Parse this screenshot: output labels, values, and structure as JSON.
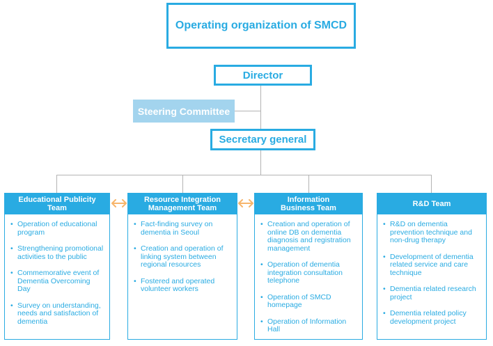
{
  "title": "Operating organization of SMCD",
  "director": "Director",
  "steering_committee": "Steering Committee",
  "secretary_general": "Secretary general",
  "teams": [
    {
      "name": "Educational Publicity Team",
      "items": [
        "Operation of educational program",
        "Strengthening promotional activities to the public",
        "Commemorative event of Dementia Overcoming Day",
        "Survey on understanding, needs and satisfaction of dementia"
      ]
    },
    {
      "name": "Resource Integration Management Team",
      "items": [
        "Fact-finding survey on dementia in Seoul",
        "Creation and operation of linking system between regional resources",
        "Fostered and operated volunteer workers"
      ]
    },
    {
      "name": "Information Business Team",
      "items": [
        "Creation and operation of online DB on dementia diagnosis and registration management",
        "Operation of dementia integration consultation telephone",
        "Operation of SMCD homepage",
        "Operation of Information Hall"
      ]
    },
    {
      "name": "R&D Team",
      "items": [
        "R&D on dementia prevention technique and non-drug therapy",
        "Development of dementia related service and care technique",
        "Dementia related research project",
        "Dementia related policy development project"
      ]
    }
  ],
  "colors": {
    "primary": "#29abe2",
    "steering_bg": "#a3d4ee",
    "connector": "#b3b3b3",
    "arrow": "#f7b56b"
  }
}
